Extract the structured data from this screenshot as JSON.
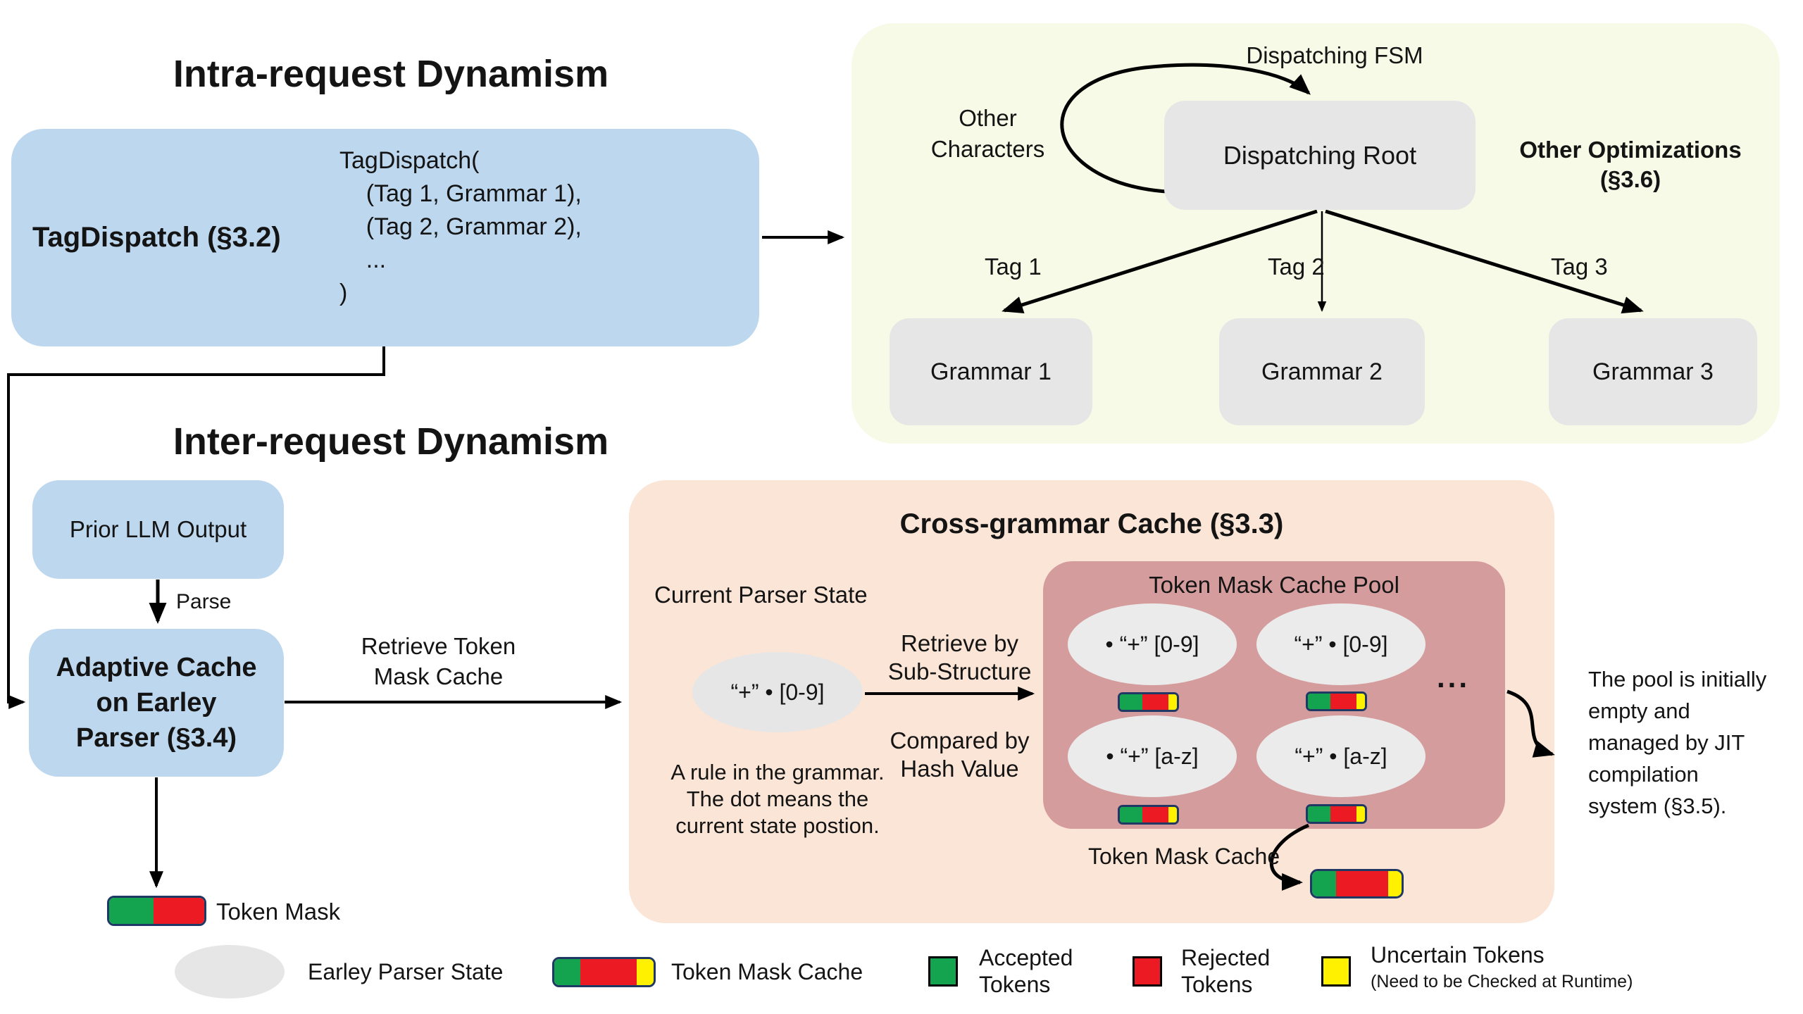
{
  "titles": {
    "intra": "Intra-request Dynamism",
    "inter": "Inter-request Dynamism"
  },
  "tag_dispatch": {
    "label": "TagDispatch (§3.2)",
    "code": "TagDispatch(\n    (Tag 1, Grammar 1),\n    (Tag 2, Grammar 2),\n    ...\n)"
  },
  "fsm_panel": {
    "fsm_label": "Dispatching FSM",
    "other_characters": "Other\nCharacters",
    "root_label": "Dispatching Root",
    "other_optimizations": "Other Optimizations\n(§3.6)",
    "tags": [
      "Tag 1",
      "Tag 2",
      "Tag 3"
    ],
    "grammars": [
      "Grammar 1",
      "Grammar 2",
      "Grammar 3"
    ]
  },
  "inter_flow": {
    "prior_label": "Prior LLM Output",
    "parse_label": "Parse",
    "adaptive_label": "Adaptive Cache\non Earley\nParser (§3.4)",
    "retrieve_label": "Retrieve Token\nMask Cache",
    "token_mask_label": "Token Mask"
  },
  "cross_cache": {
    "title": "Cross-grammar Cache (§3.3)",
    "current_state_label": "Current Parser State",
    "state_rule": "“+” • [0-9]",
    "retrieve_by": "Retrieve by\nSub-Structure",
    "compared_by": "Compared by\nHash Value",
    "rule_note": "A rule in the grammar.\nThe dot means the\ncurrent state postion.",
    "pool_title": "Token Mask Cache Pool",
    "pool_rules": [
      "• “+” [0-9]",
      "“+” • [0-9]",
      "• “+” [a-z]",
      "“+” • [a-z]"
    ],
    "dots": "...",
    "cache_label": "Token Mask Cache",
    "jit_note": "The pool is initially\nempty and\nmanaged by JIT\ncompilation\nsystem (§3.5)."
  },
  "legend": {
    "earley_state": "Earley Parser State",
    "cache": "Token Mask Cache",
    "accepted": "Accepted\nTokens",
    "rejected": "Rejected\nTokens",
    "uncertain": "Uncertain Tokens",
    "uncertain_sub": "(Need to be Checked at Runtime)"
  },
  "colors": {
    "blue": "#BDD7EE",
    "greenpanel": "#F6FAE6",
    "orangepanel": "#FBE5D6",
    "poolpink": "#D49C9C",
    "gray": "#E7E6E6",
    "green": "#14A44F",
    "red": "#EC1B23",
    "yellow": "#FFF100",
    "navy": "#1F3864"
  }
}
